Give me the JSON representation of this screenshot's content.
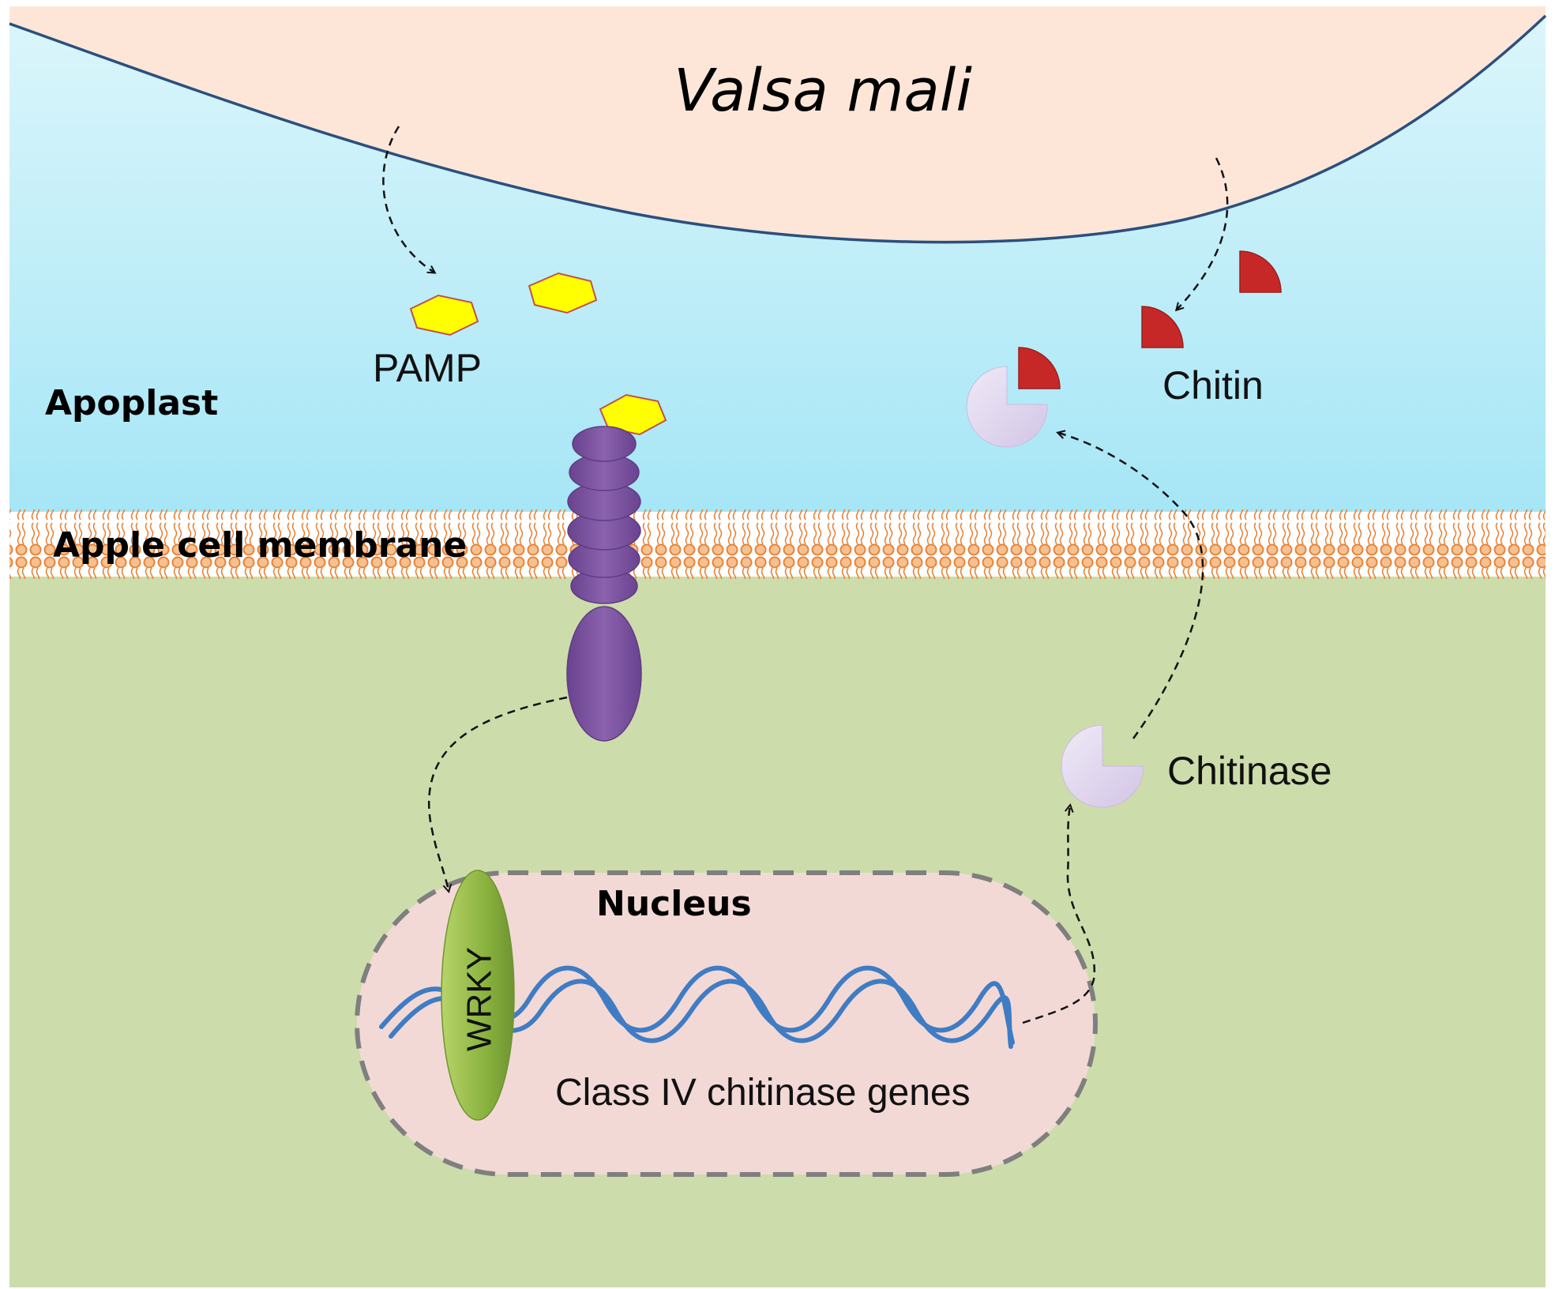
{
  "labels": {
    "pathogen": "Valsa mali",
    "apoplast": "Apoplast",
    "membrane": "Apple cell membrane",
    "pamp": "PAMP",
    "chitin": "Chitin",
    "chitinase": "Chitinase",
    "nucleus": "Nucleus",
    "wrky": "WRKY",
    "genes": "Class IV chitinase genes"
  },
  "colors": {
    "apoplast_top": "#dcf6fb",
    "apoplast_bottom": "#a6e6f6",
    "fungus_fill": "#fde6d8",
    "fungus_edge": "#2b4f7e",
    "cytoplasm": "#cddcab",
    "membrane_head": "#f7c18f",
    "membrane_edge": "#e7833a",
    "pamp_fill": "#ffff00",
    "pamp_edge": "#c0504d",
    "chitin_fill": "#c62828",
    "chitinase_fill": "#e0d6ee",
    "receptor_fill": "#7d55a0",
    "nucleus_fill": "#f2d9d6",
    "nucleus_edge": "#7f7f7f",
    "wrky_fill": "#8ab33f",
    "dna_strand": "#3f7cc4"
  }
}
